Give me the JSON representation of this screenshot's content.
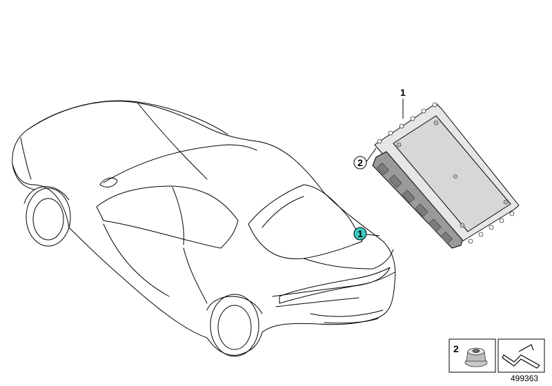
{
  "diagram": {
    "callouts": [
      {
        "id": "c1",
        "label": "1"
      },
      {
        "id": "c2",
        "label": "2"
      },
      {
        "id": "c1-car",
        "label": "1",
        "color": "#3cc9c0"
      }
    ],
    "legend": {
      "part_label": "2",
      "part_icon": "flange-nut-icon",
      "cable_icon": "cable-routing-icon"
    },
    "reference_number": "499363"
  },
  "colors": {
    "line": "#000000",
    "module_fill": "#e6e6e6",
    "module_plate": "#d7d7d7",
    "connector": "#8f8f8f",
    "highlight": "#3cc9c0"
  }
}
